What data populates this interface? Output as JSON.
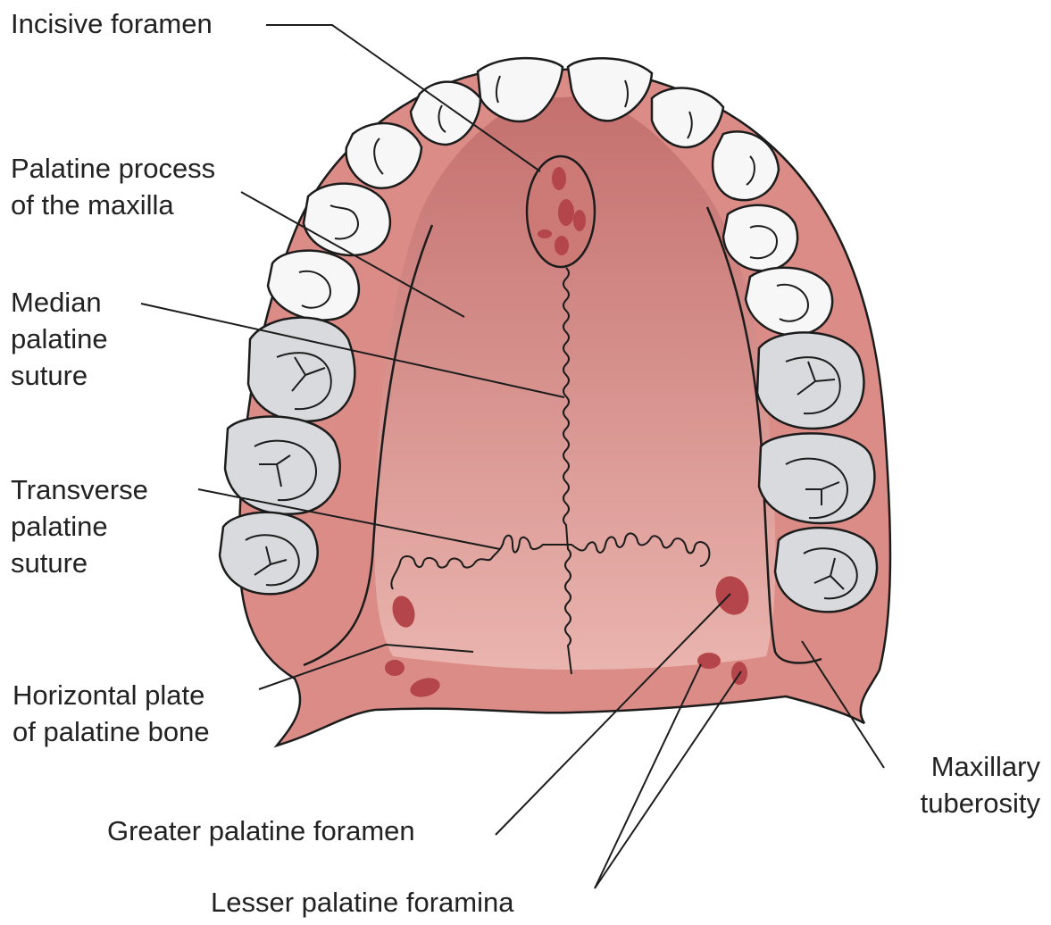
{
  "labels": {
    "incisive_foramen": "Incisive foramen",
    "palatine_process": [
      "Palatine process",
      "of the maxilla"
    ],
    "median_palatine_suture": [
      "Median",
      "palatine",
      "suture"
    ],
    "transverse_palatine_suture": [
      "Transverse",
      "palatine",
      "suture"
    ],
    "horizontal_plate": [
      "Horizontal plate",
      "of palatine bone"
    ],
    "greater_palatine_foramen": "Greater palatine foramen",
    "lesser_palatine_foramina": "Lesser palatine foramina",
    "maxillary_tuberosity": [
      "Maxillary",
      "tuberosity"
    ]
  },
  "colors": {
    "palate_fill_top": "#c4706e",
    "palate_fill_bottom": "#eab4ae",
    "gum_fill": "#dc8c86",
    "foramen_fill": "#b4454a",
    "molar_fill": "#d8dadd",
    "incisor_fill": "#f7f7f7",
    "outline": "#1c1c1c"
  }
}
